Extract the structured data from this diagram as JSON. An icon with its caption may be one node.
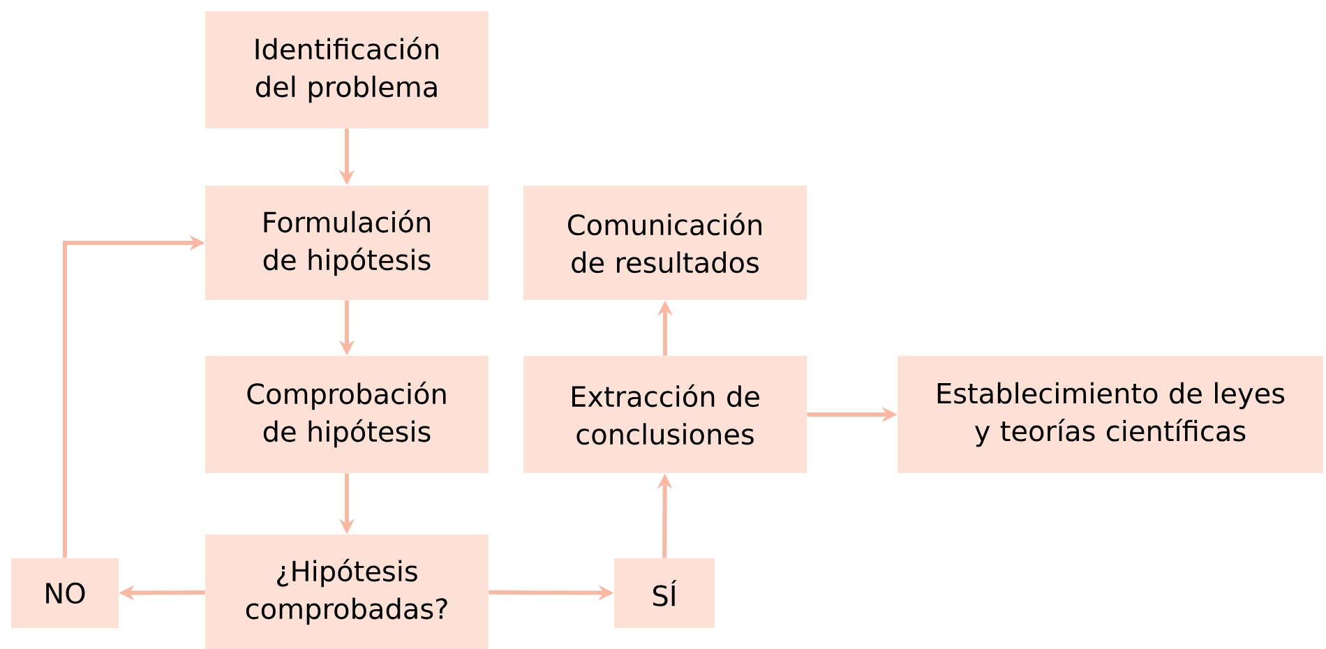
{
  "diagram": {
    "nodes": [
      {
        "text": [
          "Identificación del problema"
        ]
      },
      {
        "text": [
          "Formulación de hipótesis"
        ]
      },
      {
        "text": [
          "Comunicación de resultados"
        ]
      },
      {
        "text": [
          "Comprobación de hipótesis"
        ]
      },
      {
        "text": [
          "Extracción de conclusiones"
        ]
      },
      {
        "text": [
          "Establecimiento de leyes y teorías científicas"
        ]
      },
      {
        "text": [
          "NO"
        ]
      },
      {
        "text": [
          "¿Hipótesis comprobadas?"
        ]
      },
      {
        "text": [
          "SÍ"
        ]
      }
    ],
    "edges": [
      {
        "from": 0,
        "to": 1,
        "arrow": "to"
      },
      {
        "from": 1,
        "to": 3,
        "arrow": "to"
      },
      {
        "from": 3,
        "to": 7,
        "arrow": "to"
      },
      {
        "from": 7,
        "to": 6,
        "arrow": "to"
      },
      {
        "from": 7,
        "to": 8,
        "arrow": "to"
      },
      {
        "from": 8,
        "to": 4,
        "arrow": "to"
      },
      {
        "from": 4,
        "to": 2,
        "arrow": "to"
      },
      {
        "from": 4,
        "to": 5,
        "arrow": "to"
      },
      {
        "from": 6,
        "to": 1,
        "arrow": "to"
      }
    ]
  }
}
